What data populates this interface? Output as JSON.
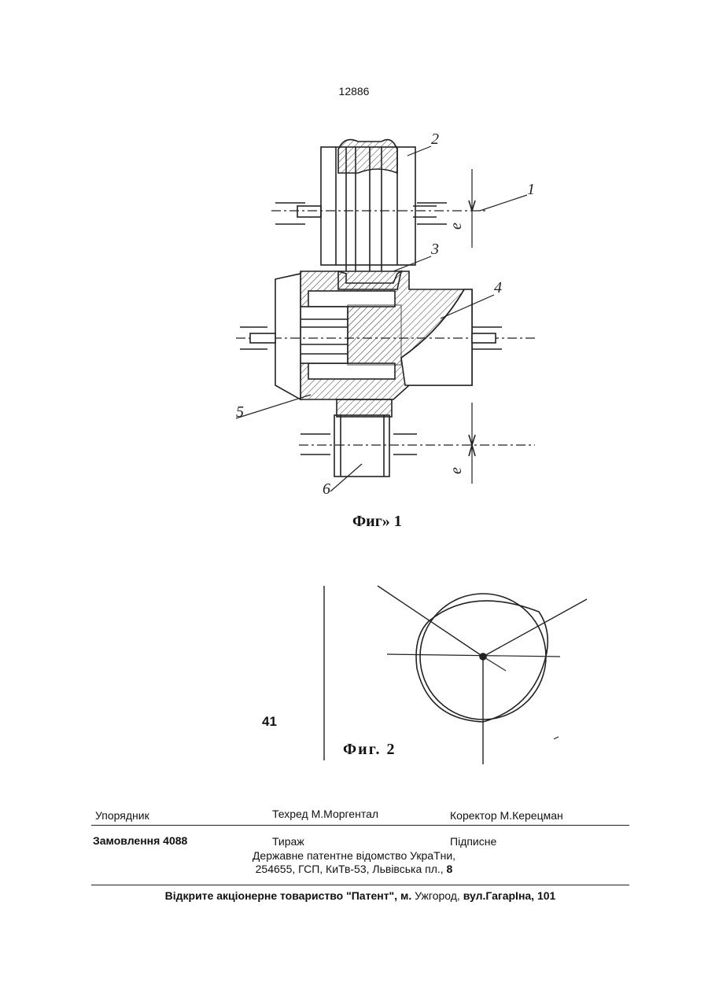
{
  "header": {
    "page_number": "12886"
  },
  "figure1": {
    "caption": "Фиг» 1",
    "labels": {
      "l1": "1",
      "l2": "2",
      "l3": "3",
      "l4": "4",
      "l5": "5",
      "l6": "6",
      "dim_upper": "e",
      "dim_lower": "e"
    }
  },
  "figure2": {
    "caption": "Фиг. 2"
  },
  "margin_line_number": "41",
  "footer": {
    "compiler": "Упорядник",
    "tech_editor": "Техред М.Моргентал",
    "proofreader": "Коректор М.Керецман",
    "order": "Замовлення 4088",
    "circulation": "Тираж",
    "subscription": "Підписне",
    "office_line1": "Державне патентне відомство УкраТни,",
    "office_line2_text": "254655, ГСП, КиТв-53, Львівська пл.,",
    "office_line2_num": "8",
    "publisher_bold1": "Відкрите акціонерне товариство \"Патент\", м.",
    "publisher_city": "Ужгород,",
    "publisher_bold2": "вул.ГагарІна, 101"
  }
}
